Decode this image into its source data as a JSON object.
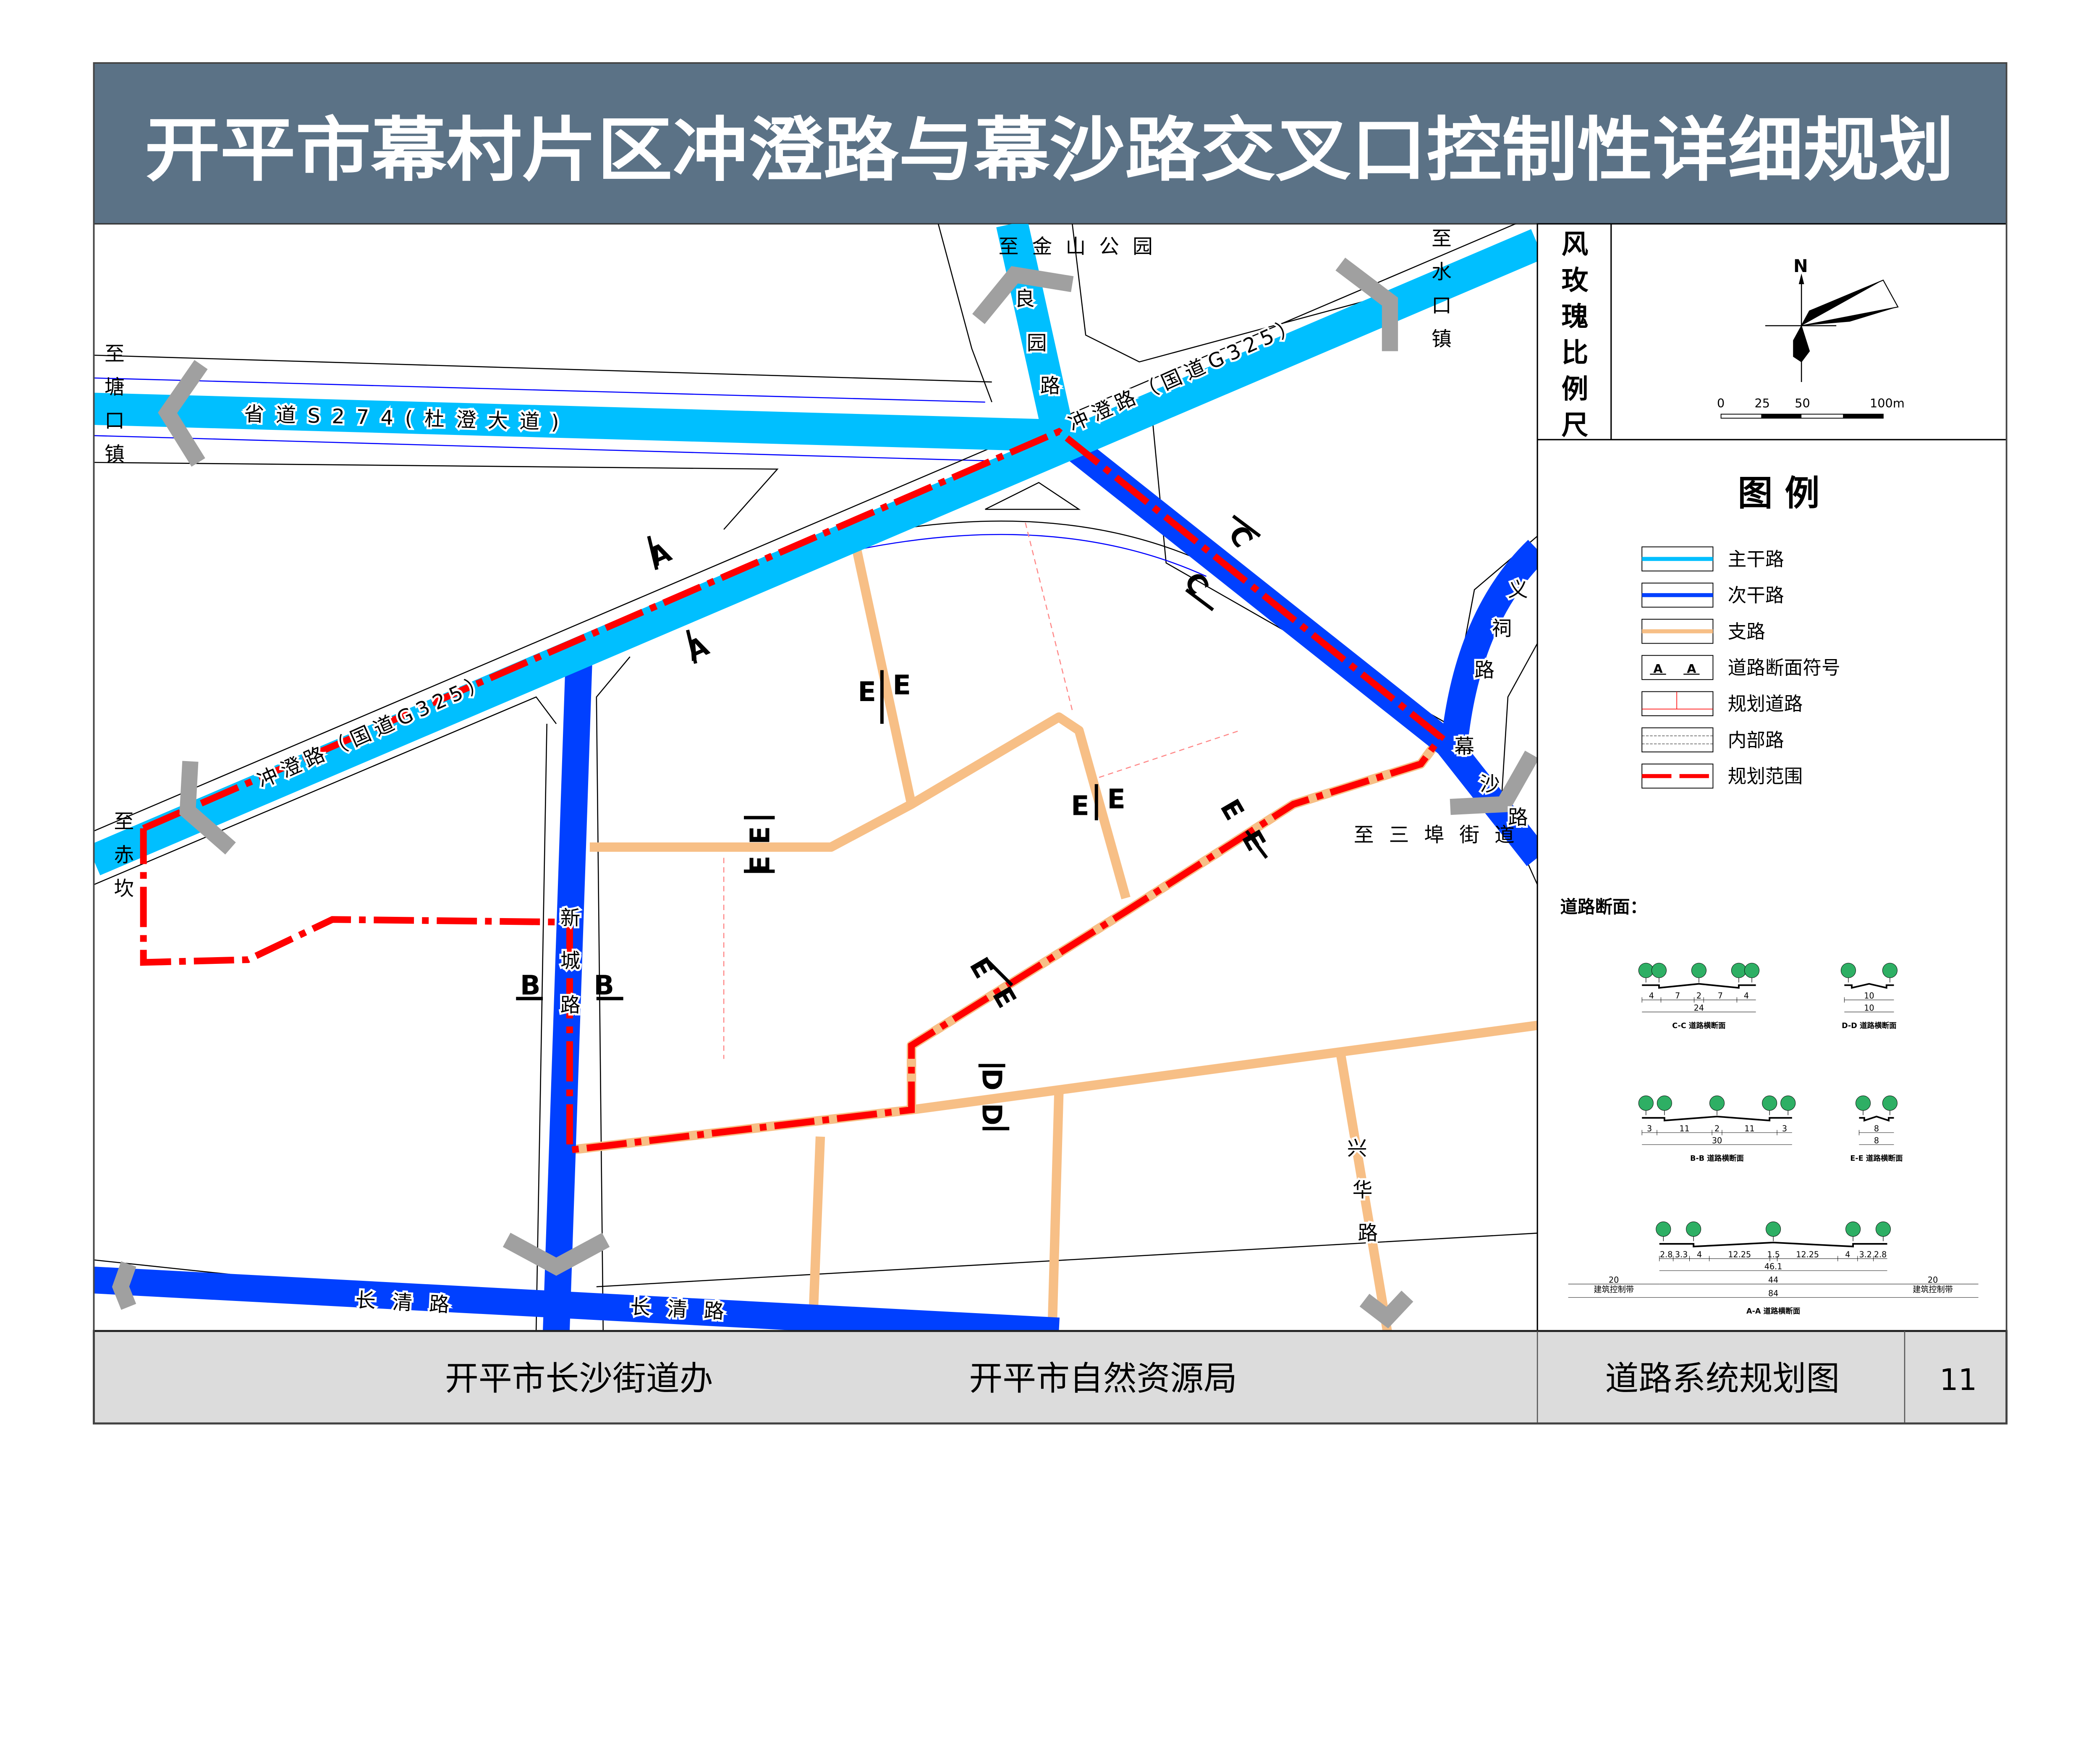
{
  "title": "开平市幕村片区冲澄路与幕沙路交叉口控制性详细规划",
  "colors": {
    "title_bar": "#5b7286",
    "primary_road": "#00bfff",
    "secondary_road": "#0040ff",
    "branch_road": "#f7bf86",
    "boundary": "#ff0000",
    "arrow": "#a0a0a0",
    "footer": "#dcdcdc",
    "tree": "#2eaf64"
  },
  "map": {
    "destinations": {
      "jinshan_park": "至金山公园",
      "shuikou": [
        "至",
        "水",
        "口",
        "镇"
      ],
      "tangkou": [
        "至",
        "塘",
        "口",
        "镇"
      ],
      "chikan": [
        "至",
        "赤",
        "坎"
      ],
      "sanbu": "至三埠街道"
    },
    "roads": {
      "s274": "省道S274(杜澄大道)",
      "chongcheng_upper": "冲澄路（国道G325）",
      "chongcheng_lower": "冲澄路（国道G325）",
      "liangyuan": [
        "良",
        "园",
        "路"
      ],
      "yici": [
        "义",
        "祠",
        "路"
      ],
      "musha": [
        "幕",
        "沙",
        "路"
      ],
      "xincheng": [
        "新",
        "城",
        "路"
      ],
      "changqing_1": "长清路",
      "changqing_2": "长清路",
      "xinghua": [
        "兴",
        "华",
        "路"
      ]
    },
    "section_markers": {
      "a1": "A",
      "a2": "A",
      "b1": "B",
      "b2": "B",
      "c1": "C",
      "c2": "C",
      "d1": "D",
      "d2": "D",
      "e1": "E",
      "e2": "E",
      "e3": "E",
      "e4": "E",
      "e5": "E",
      "e6": "E",
      "e7": "E",
      "e8": "E",
      "e9": "E",
      "e10": "E"
    }
  },
  "wind_rose": {
    "label": [
      "风",
      "玫",
      "瑰",
      "比",
      "例",
      "尺"
    ],
    "north": "N",
    "scale_ticks": [
      "0",
      "25",
      "50",
      "100m"
    ]
  },
  "legend": {
    "title": "图 例",
    "items": [
      {
        "label": "主干路",
        "type": "primary"
      },
      {
        "label": "次干路",
        "type": "secondary"
      },
      {
        "label": "支路",
        "type": "branch"
      },
      {
        "label": "道路断面符号",
        "type": "section-symbol",
        "symbol": "A"
      },
      {
        "label": "规划道路",
        "type": "planned"
      },
      {
        "label": "内部路",
        "type": "internal"
      },
      {
        "label": "规划范围",
        "type": "boundary"
      }
    ]
  },
  "sections": {
    "heading": "道路断面：",
    "list": [
      {
        "name": "C-C 道路横断面",
        "dims": [
          "4",
          "7",
          "2",
          "7",
          "4"
        ],
        "totals": [
          "24"
        ]
      },
      {
        "name": "D-D 道路横断面",
        "dims": [
          "10"
        ],
        "totals": [
          "10"
        ]
      },
      {
        "name": "B-B 道路横断面",
        "dims": [
          "3",
          "11",
          "2",
          "11",
          "3"
        ],
        "totals": [
          "30"
        ]
      },
      {
        "name": "E-E 道路横断面",
        "dims": [
          "8"
        ],
        "totals": [
          "8"
        ]
      },
      {
        "name": "A-A 道路横断面",
        "dims": [
          "2.8",
          "3.3",
          "4",
          "12.25",
          "1.5",
          "12.25",
          "4",
          "3.2",
          "2.8"
        ],
        "totals": [
          "46.1",
          "44",
          "84"
        ],
        "side": {
          "width": "20",
          "label": "建筑控制带"
        }
      }
    ]
  },
  "footer": {
    "org1": "开平市长沙街道办",
    "org2": "开平市自然资源局",
    "drawing_name": "道路系统规划图",
    "page": "11"
  }
}
